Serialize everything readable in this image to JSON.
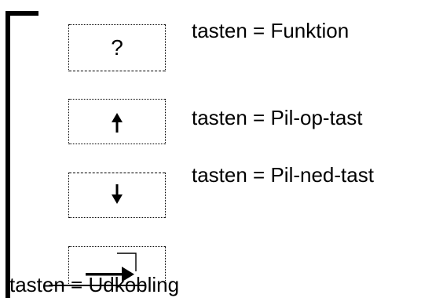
{
  "keys": [
    {
      "glyph": "?",
      "label": "tasten = Funktion"
    },
    {
      "glyph_icon": "arrow-up-icon",
      "label": "tasten = Pil-op-tast"
    },
    {
      "glyph_icon": "arrow-down-icon",
      "label": "tasten = Pil-ned-tast"
    },
    {
      "glyph_icon": "arrow-right-bracket-icon",
      "label": "tasten = Udkobling"
    }
  ]
}
